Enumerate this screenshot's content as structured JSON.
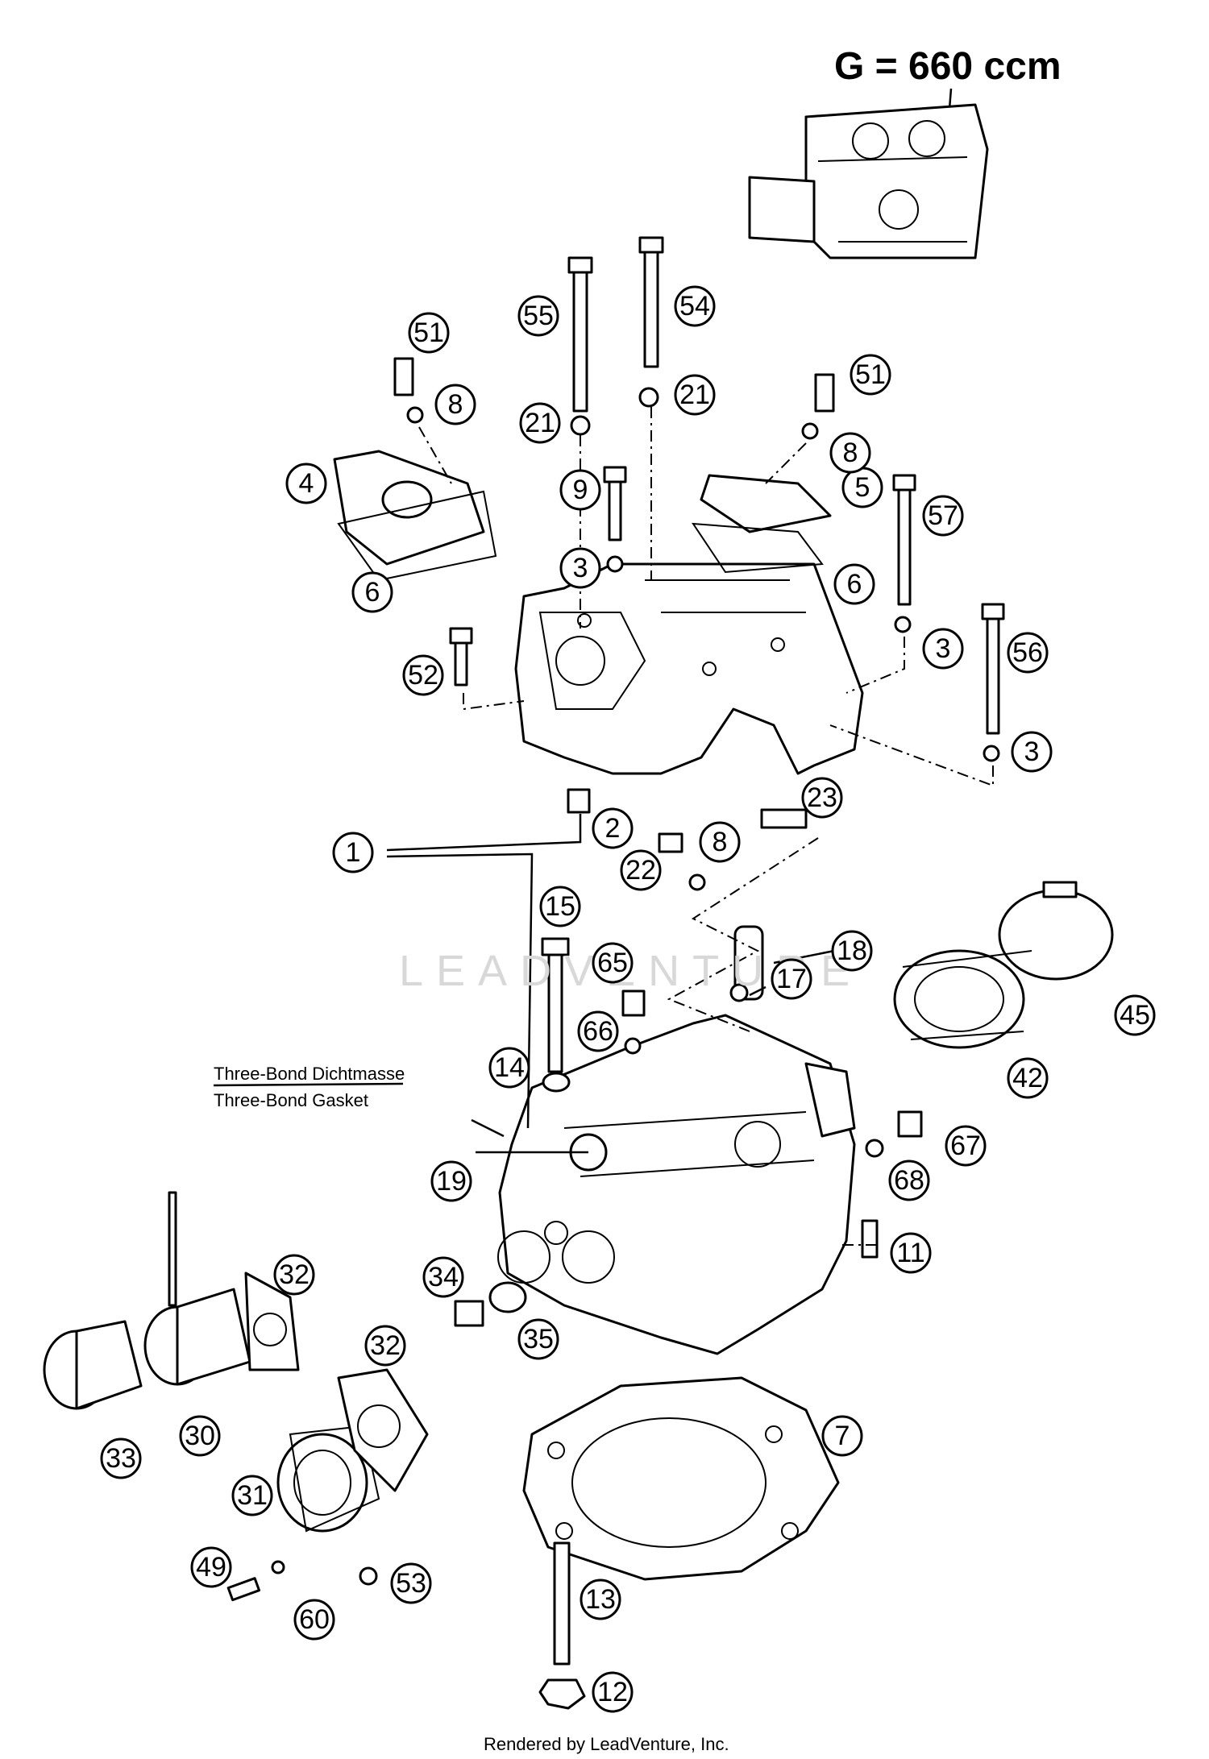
{
  "header": {
    "variant_label": "G = 660 ccm"
  },
  "notes": {
    "sealant_de": "Three-Bond Dichtmasse",
    "sealant_en": "Three-Bond Gasket"
  },
  "watermark": "LEADVENTURE",
  "footer": {
    "credit": "Rendered by LeadVenture, Inc."
  },
  "callouts": [
    "1",
    "2",
    "3",
    "3",
    "3",
    "4",
    "5",
    "6",
    "6",
    "7",
    "8",
    "8",
    "8",
    "9",
    "11",
    "12",
    "13",
    "14",
    "15",
    "17",
    "18",
    "19",
    "21",
    "21",
    "22",
    "23",
    "30",
    "31",
    "32",
    "32",
    "33",
    "34",
    "35",
    "42",
    "45",
    "49",
    "51",
    "51",
    "52",
    "53",
    "54",
    "55",
    "56",
    "57",
    "60",
    "65",
    "66",
    "67",
    "68"
  ]
}
